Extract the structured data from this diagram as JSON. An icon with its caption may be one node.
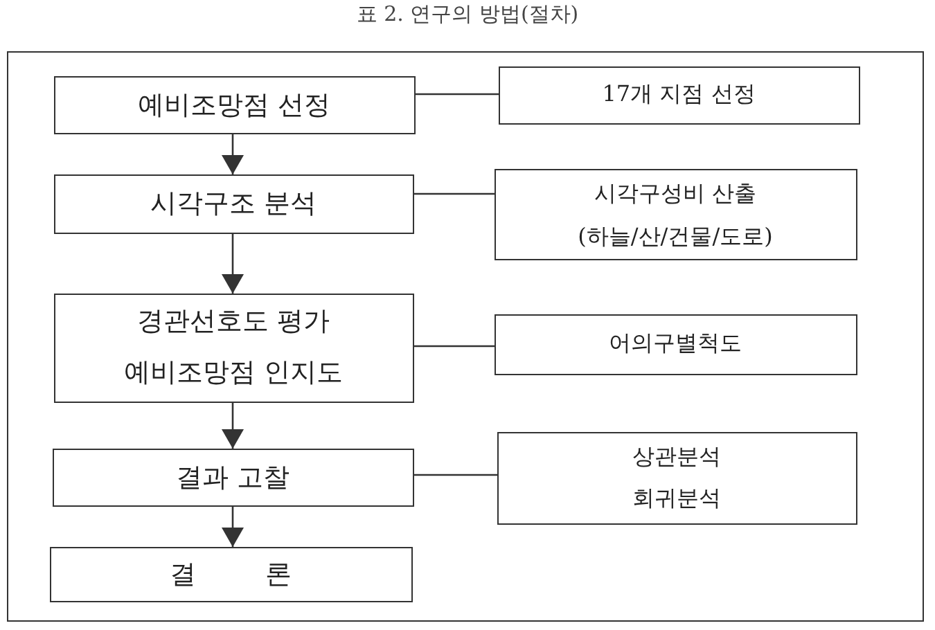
{
  "diagram": {
    "title": "표 2. 연구의 방법(절차)",
    "nodes": [
      {
        "text": [],
        "shape": "box"
      },
      {
        "text": [
          "예비조망점 선정"
        ],
        "in": 0
      },
      {
        "text": [
          "17개 지점 선정"
        ],
        "in": 0
      },
      {
        "text": [
          "시각구조 분석"
        ],
        "in": 0
      },
      {
        "text": [
          "시각구성비 산출",
          "(하늘/산/건물/도로)"
        ],
        "in": 0
      },
      {
        "text": [
          "경관선호도 평가",
          "예비조망점 인지도"
        ],
        "in": 0
      },
      {
        "text": [
          "어의구별척도"
        ],
        "in": 0
      },
      {
        "text": [
          "결과 고찰"
        ],
        "in": 0
      },
      {
        "text": [
          "상관분석",
          "회귀분석"
        ],
        "in": 0
      },
      {
        "text": [
          "결 론"
        ],
        "in": 0
      }
    ],
    "edges": [
      {
        "from": 1,
        "to": 2,
        "arrow": "none"
      },
      {
        "from": 1,
        "to": 3,
        "arrow": "to"
      },
      {
        "from": 3,
        "to": 4,
        "arrow": "none"
      },
      {
        "from": 3,
        "to": 5,
        "arrow": "to"
      },
      {
        "from": 5,
        "to": 6,
        "arrow": "none"
      },
      {
        "from": 5,
        "to": 7,
        "arrow": "to"
      },
      {
        "from": 7,
        "to": 8,
        "arrow": "none"
      },
      {
        "from": 7,
        "to": 9,
        "arrow": "to"
      }
    ]
  }
}
